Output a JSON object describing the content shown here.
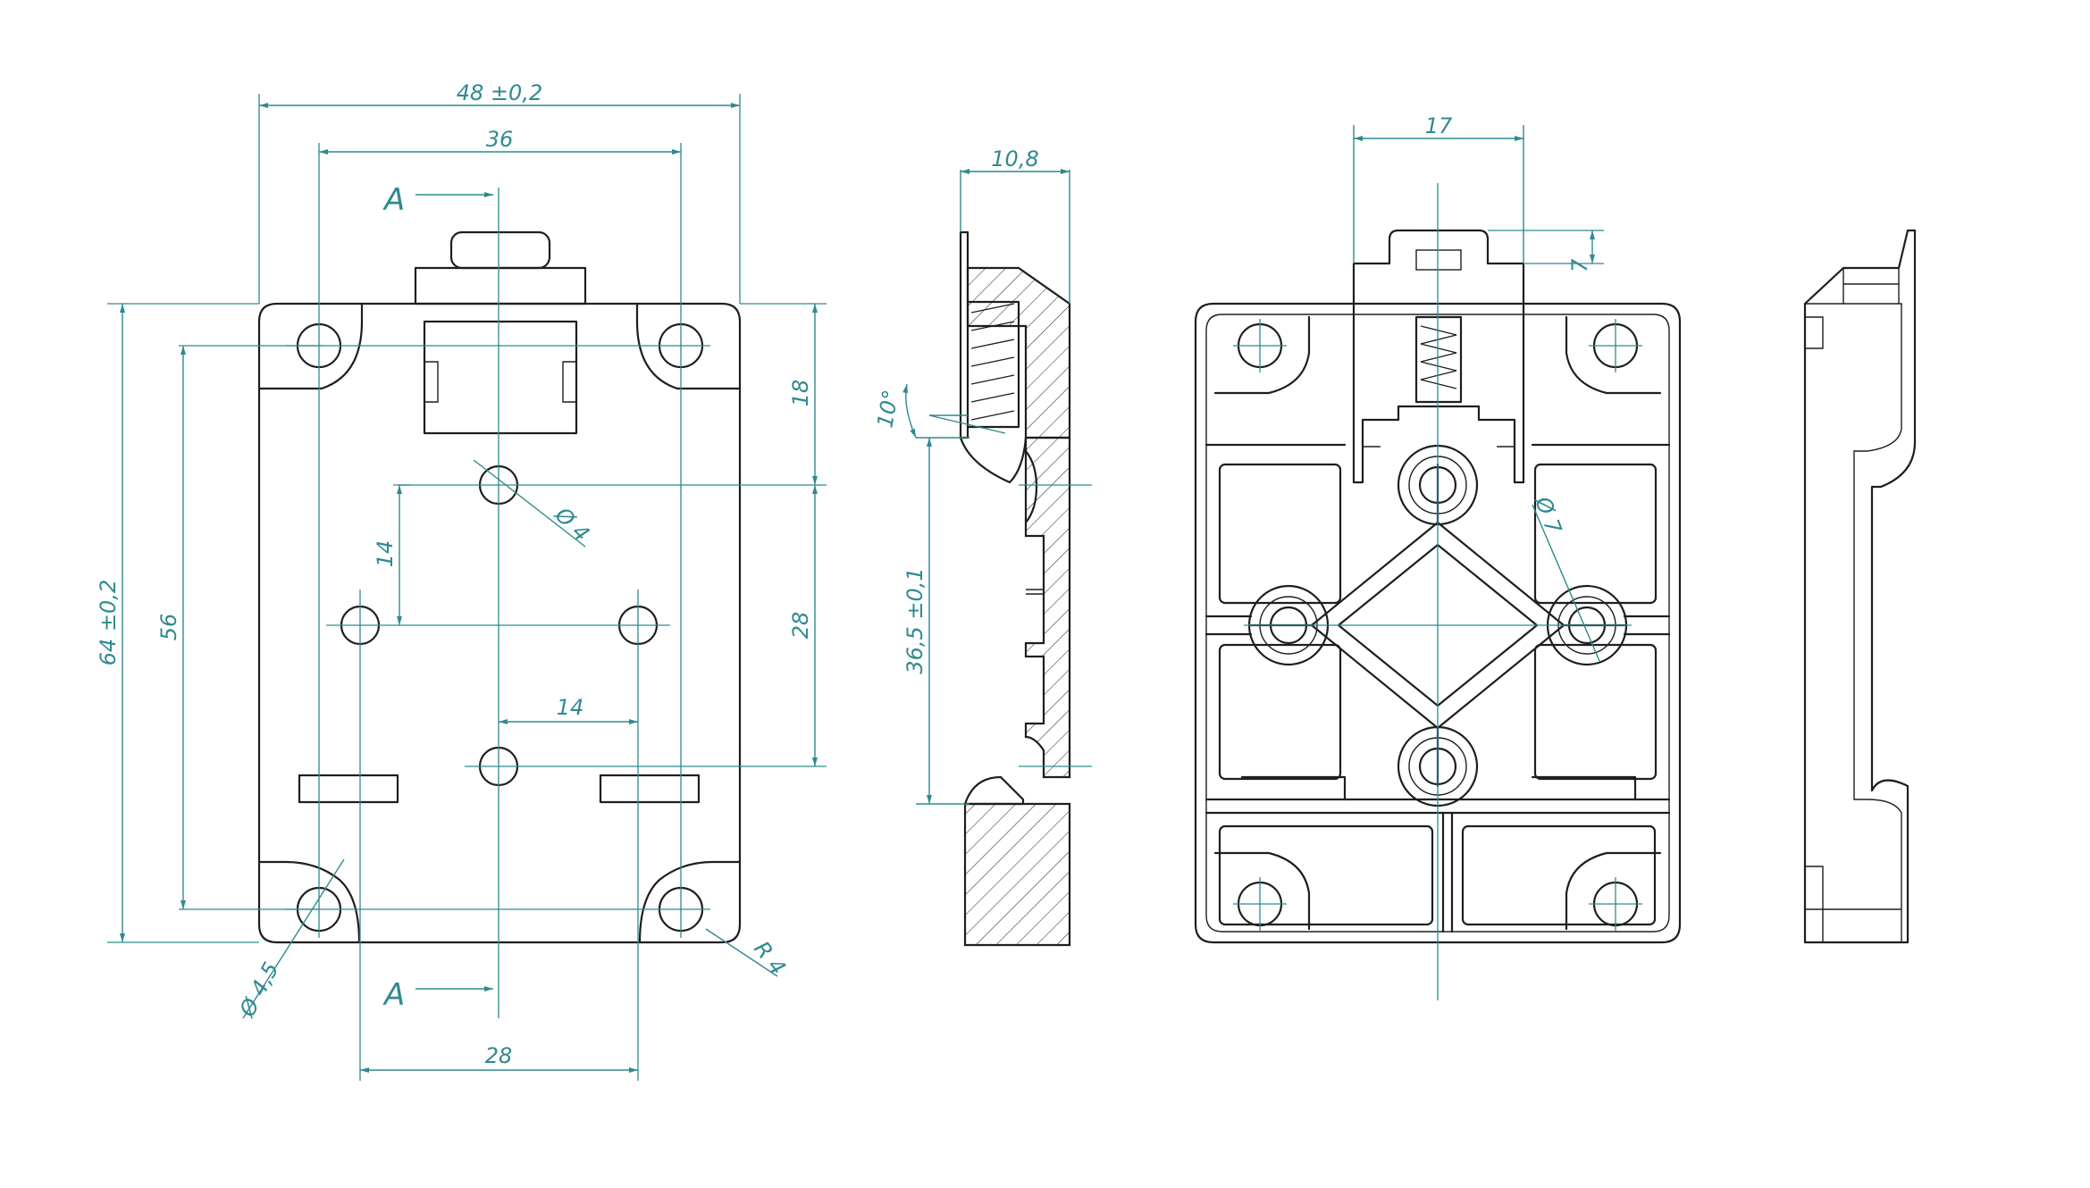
{
  "colors": {
    "outline": "#1e1e1e",
    "dimension": "#2f8a8f",
    "background": "#ffffff"
  },
  "section": {
    "label_top": "A",
    "label_bottom": "A"
  },
  "front_view": {
    "overall_width": "48 ±0,2",
    "hole_spacing_horizontal": "36",
    "overall_height": "64 ±0,2",
    "hole_spacing_vertical": "56",
    "top_to_hole": "18",
    "hole_pitch_vertical": "28",
    "small_offset_vertical": "14",
    "small_offset_horizontal": "14",
    "bottom_spacing": "28",
    "center_hole_dia": "Ø 4",
    "corner_hole_dia": "Ø 4,5",
    "corner_radius": "R 4"
  },
  "section_view": {
    "thickness": "10,8",
    "angle": "10°",
    "height": "36,5 ±0,1"
  },
  "rear_view": {
    "clip_width": "17",
    "clip_height": "7",
    "boss_hole_dia": "Ø 7"
  }
}
